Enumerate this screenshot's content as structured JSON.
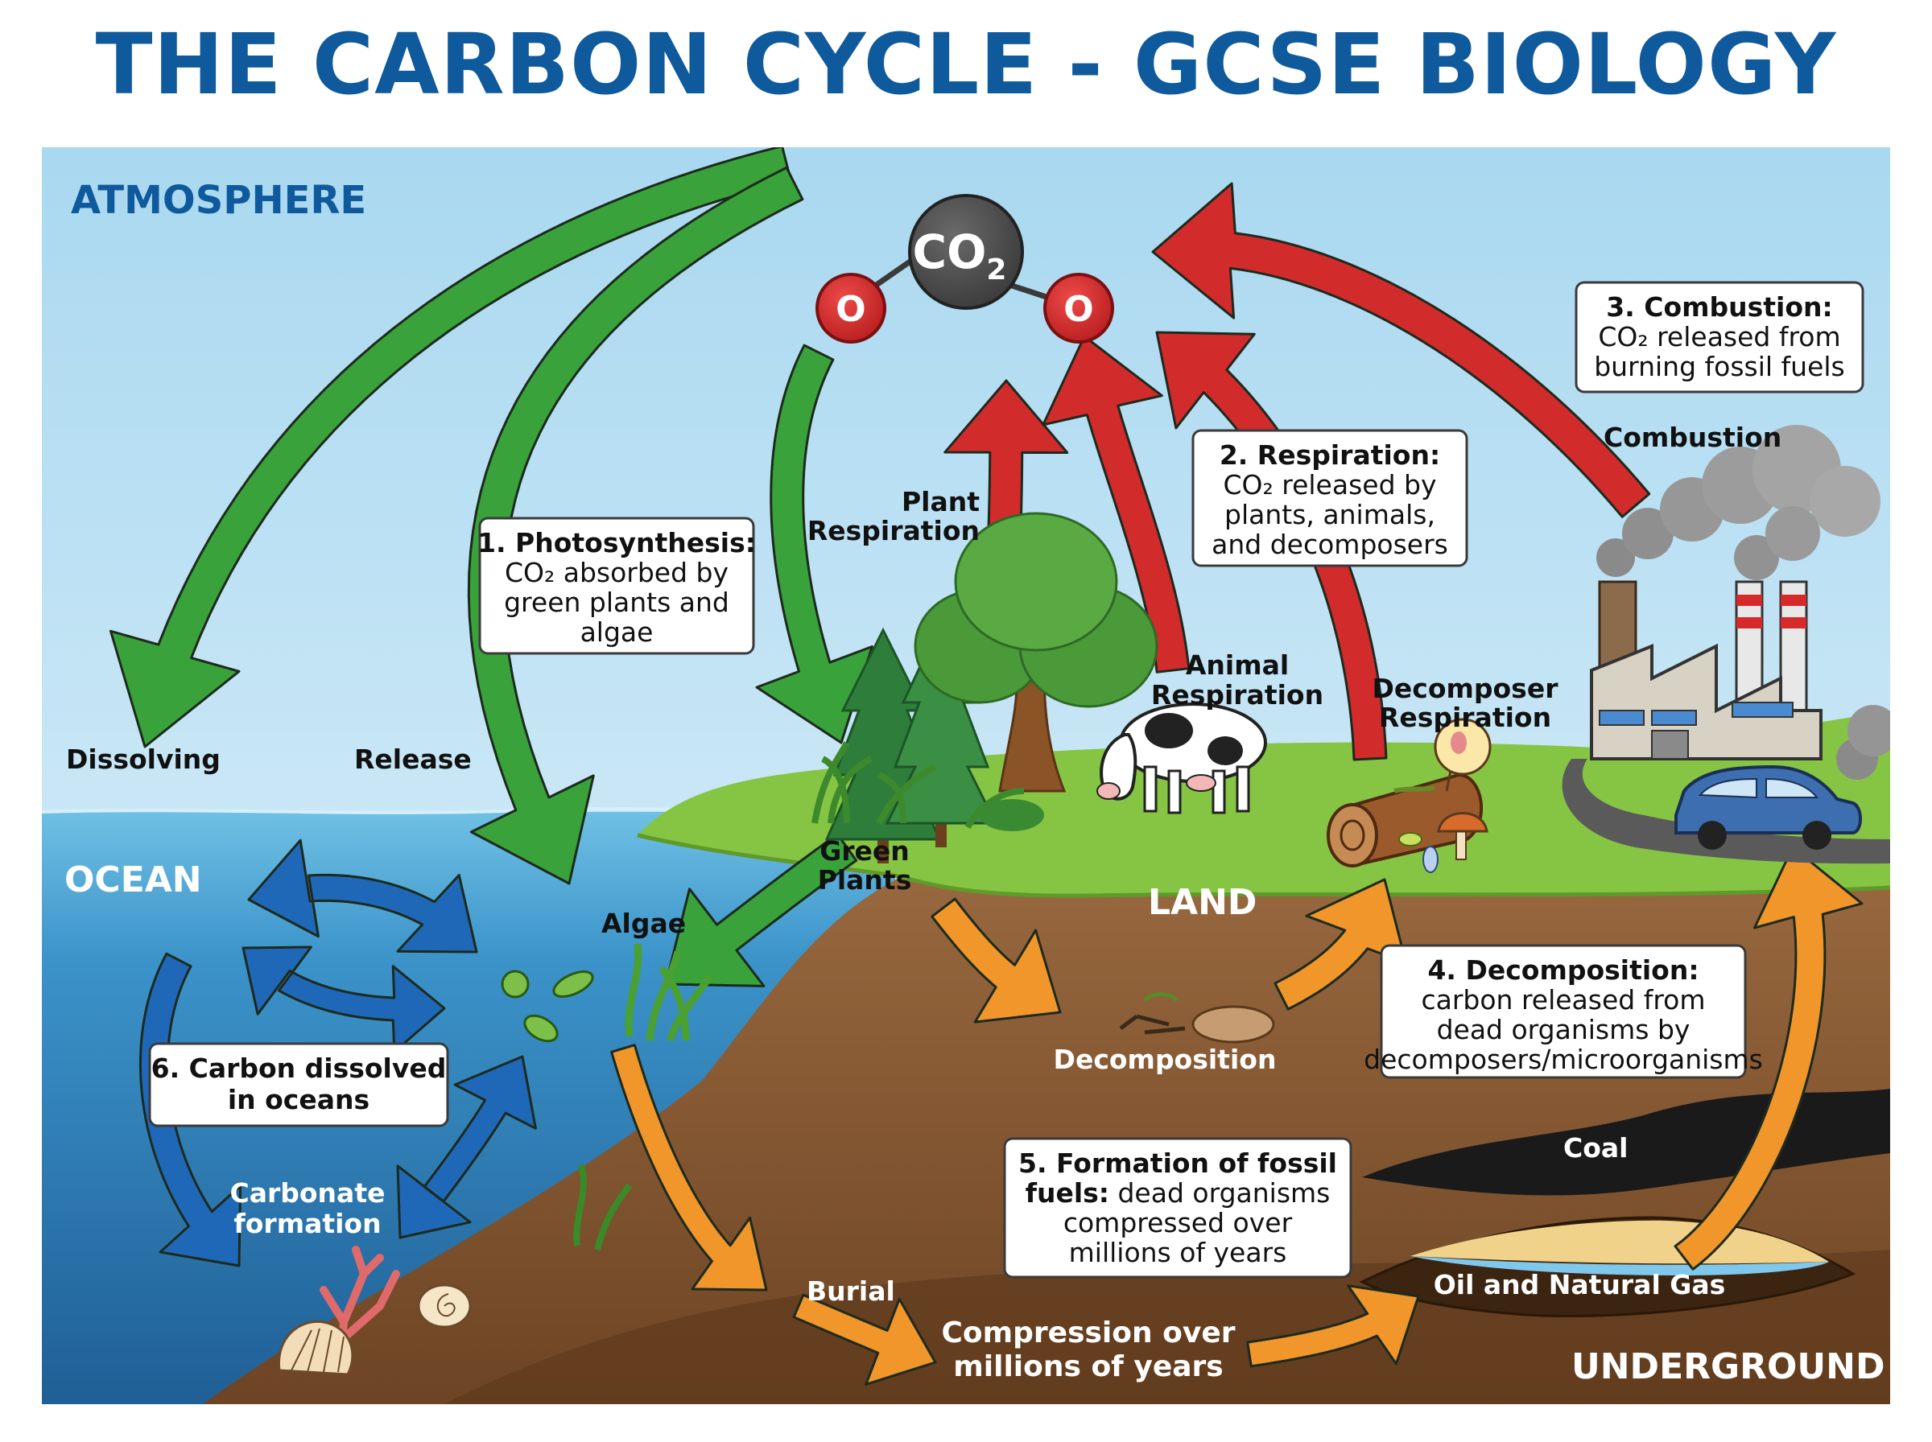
{
  "title": "THE CARBON CYCLE - GCSE BIOLOGY",
  "colors": {
    "title": "#0f5a9c",
    "sky": "#bfe2f4",
    "ocean": "#2f7fb9",
    "land_grass": "#86c444",
    "soil": "#8b5a34",
    "carbon_uptake_arrow": "#3aa23a",
    "carbon_release_arrow": "#d22b2b",
    "decay_fossil_arrow": "#f0962a",
    "ocean_exchange_arrow": "#1f68b8"
  },
  "molecule": {
    "center": "CO",
    "subscript": "2",
    "atom_left": "O",
    "atom_right": "O"
  },
  "zones": {
    "atmosphere": "ATMOSPHERE",
    "ocean": "OCEAN",
    "land": "LAND",
    "underground": "UNDERGROUND"
  },
  "process_labels": {
    "dissolving": "Dissolving",
    "release": "Release",
    "plant_respiration": [
      "Plant",
      "Respiration"
    ],
    "animal_respiration": [
      "Animal",
      "Respiration"
    ],
    "decomposer_respiration": [
      "Decomposer",
      "Respiration"
    ],
    "combustion": "Combustion",
    "algae": "Algae",
    "green_plants": [
      "Green",
      "Plants"
    ],
    "decomposition": "Decomposition",
    "carbonate_formation": [
      "Carbonate",
      "formation"
    ],
    "burial": "Burial",
    "compression": [
      "Compression over",
      "millions of years"
    ],
    "coal": "Coal",
    "oil_gas": "Oil and Natural Gas"
  },
  "info_boxes": {
    "photosynthesis": {
      "title": "1. Photosynthesis:",
      "lines": [
        "CO₂ absorbed by",
        "green plants and",
        "algae"
      ]
    },
    "respiration": {
      "title": "2. Respiration:",
      "lines": [
        "CO₂ released by",
        "plants, animals,",
        "and decomposers"
      ]
    },
    "combustion": {
      "title": "3. Combustion:",
      "lines": [
        "CO₂ released from",
        "burning fossil fuels"
      ]
    },
    "decomposition": {
      "title": "4. Decomposition:",
      "lines": [
        "carbon released from",
        "dead organisms by",
        "decomposers/microorganisms"
      ]
    },
    "fossil_fuels": {
      "title": "5. Formation of fossil",
      "title2": "fuels:",
      "inline": " dead organisms",
      "lines": [
        "compressed over",
        "millions of years"
      ]
    },
    "ocean_carbon": {
      "title": "6. Carbon dissolved",
      "title2": "in oceans"
    }
  },
  "icons": [
    "co2-molecule-icon",
    "tree-icon",
    "pine-tree-icon",
    "cow-icon",
    "log-icon",
    "mushroom-icon",
    "factory-icon",
    "smoke-icon",
    "car-icon",
    "algae-icon",
    "bacteria-icon",
    "coral-icon",
    "shell-icon",
    "dead-animal-icon"
  ]
}
